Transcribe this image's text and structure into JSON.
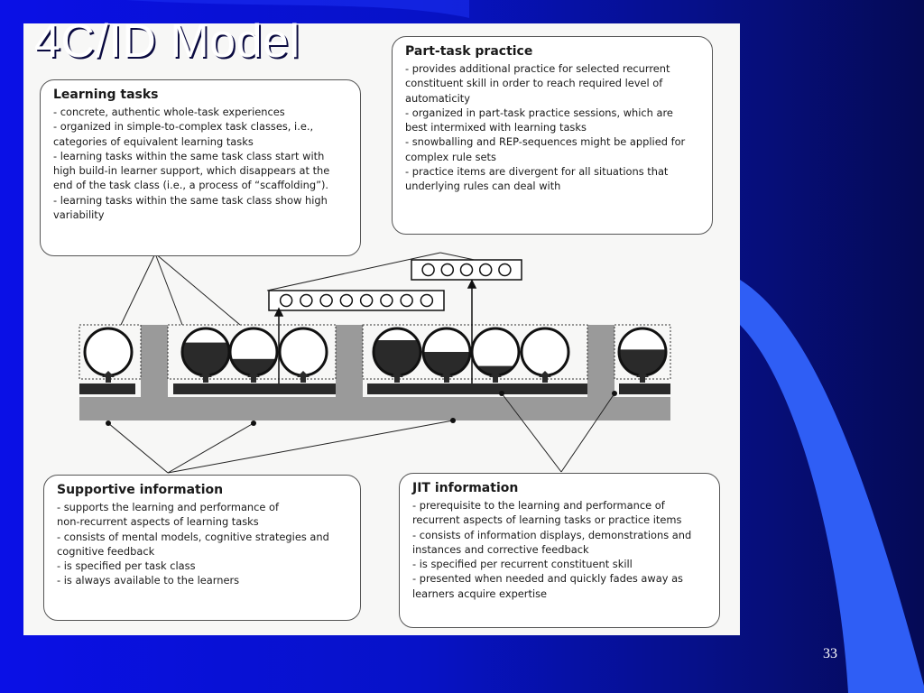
{
  "slide": {
    "title": "4C/ID Model",
    "page_number": "33"
  },
  "cards": {
    "learning_tasks": {
      "title": "Learning tasks",
      "items": [
        "- concrete, authentic whole-task experiences",
        "- organized in simple-to-complex task classes, i.e.,",
        "categories of equivalent learning tasks",
        "- learning tasks within the same task class start with",
        "high build-in learner support, which disappears at the",
        "end of the task class (i.e., a process of “scaffolding”).",
        "- learning tasks within the same task class show high",
        "variability"
      ]
    },
    "part_task_practice": {
      "title": "Part-task practice",
      "items": [
        "- provides additional practice for selected recurrent",
        "constituent skill in order to reach required level of",
        "automaticity",
        "- organized in part-task practice sessions, which are",
        "best intermixed with learning tasks",
        "- snowballing and REP-sequences might be applied for",
        "complex rule sets",
        "- practice items are divergent for all situations that",
        "underlying rules can deal with"
      ]
    },
    "supportive_information": {
      "title": "Supportive information",
      "items": [
        "- supports the learning and performance of",
        "non-recurrent aspects of learning tasks",
        "- consists of mental models, cognitive strategies and",
        "cognitive feedback",
        "- is specified per task class",
        "- is always available to the learners"
      ]
    },
    "jit_information": {
      "title": "JIT information",
      "items": [
        "- prerequisite to the learning and performance of",
        "recurrent aspects of learning tasks or practice items",
        "- consists of information displays, demonstrations and",
        "instances and corrective feedback",
        "- is specified per recurrent constituent skill",
        "- presented when needed and quickly fades away as",
        "learners acquire expertise"
      ]
    }
  },
  "colors": {
    "gray_band": "#9a9a9a",
    "dark": "#2a2a2a",
    "swoosh": "#2f5ef5"
  },
  "diagram": {
    "task_fill_levels": [
      0,
      0.7,
      0.35,
      0,
      0.75,
      0.5,
      0.2,
      0,
      0.55
    ],
    "practice_item_counts": [
      8,
      5
    ]
  }
}
